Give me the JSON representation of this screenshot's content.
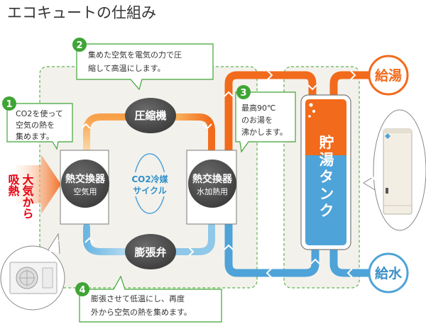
{
  "title": "エコキュートの仕組み",
  "steps": [
    {
      "num": "1",
      "lines": [
        "CO2を使って",
        "空気の熱を",
        "集めます。"
      ]
    },
    {
      "num": "2",
      "lines": [
        "集めた空気を電気の力で圧",
        "縮して高温にします。"
      ]
    },
    {
      "num": "3",
      "lines": [
        "最高90℃",
        "のお湯を",
        "沸かします。"
      ]
    },
    {
      "num": "4",
      "lines": [
        "膨張させて低温にし、再度",
        "外から空気の熱を集めます。"
      ]
    }
  ],
  "components": {
    "compressor": "圧縮機",
    "expansion_valve": "膨張弁",
    "hx_air_title": "熱交換器",
    "hx_air_sub": "空気用",
    "hx_water_title": "熱交換器",
    "hx_water_sub": "水加熱用",
    "cycle_line1": "CO2冷媒",
    "cycle_line2": "サイクル"
  },
  "tank_label": "貯湯タンク",
  "air_intake": {
    "line1": "大気から",
    "line2": "吸熱"
  },
  "hot_water_out": "給湯",
  "water_in": "給水",
  "colors": {
    "hot": "#f26a1b",
    "cold": "#4ea3d8",
    "step_badge": "#3fa535",
    "red_text": "#e60012",
    "dark_circle": "#4a4a4a"
  }
}
